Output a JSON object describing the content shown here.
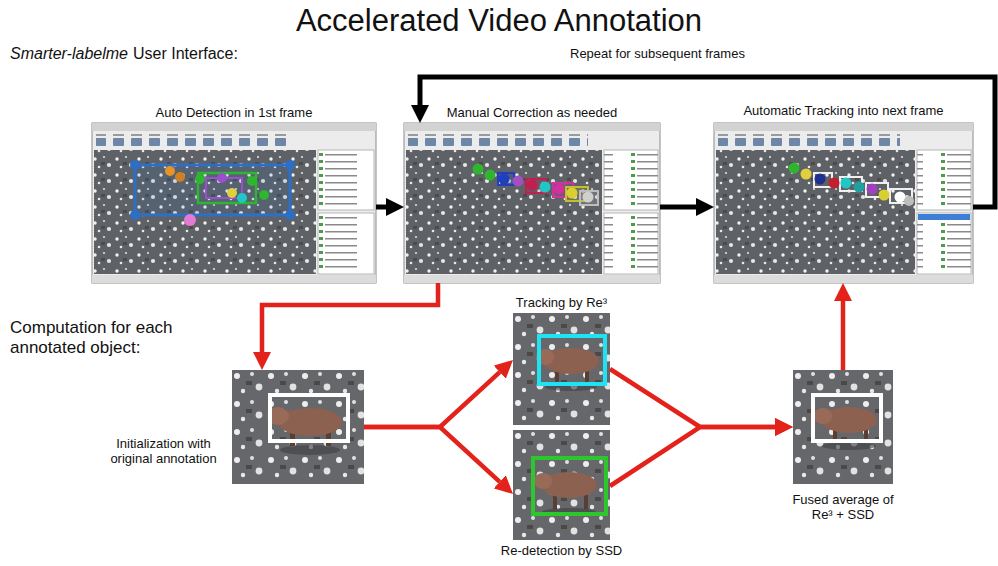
{
  "diagram": {
    "title": "Accelerated Video Annotation",
    "nodes": [
      {
        "text": [
          "Auto Detection in 1st frame"
        ]
      },
      {
        "text": [
          "Manual Correction as needed"
        ]
      },
      {
        "text": [
          "Automatic Tracking into next frame"
        ]
      },
      {
        "text": [
          "Initialization with original annotation"
        ]
      },
      {
        "text": [
          "Tracking by Re³"
        ]
      },
      {
        "text": [
          "Re-detection by SSD"
        ]
      },
      {
        "text": [
          "Fused average of Re³ + SSD"
        ]
      }
    ],
    "edges": [
      {
        "from": 0,
        "to": 1,
        "arrow": "to"
      },
      {
        "from": 1,
        "to": 2,
        "arrow": "to"
      },
      {
        "from": 2,
        "to": 1,
        "arrow": "to",
        "label": "Repeat for subsequent frames"
      },
      {
        "from": 1,
        "to": 3,
        "arrow": "to"
      },
      {
        "from": 3,
        "to": 4,
        "arrow": "to"
      },
      {
        "from": 3,
        "to": 5,
        "arrow": "to"
      },
      {
        "from": 4,
        "to": 6,
        "arrow": "to"
      },
      {
        "from": 5,
        "to": 6,
        "arrow": "to"
      },
      {
        "from": 6,
        "to": 2,
        "arrow": "to"
      }
    ],
    "labels": [
      "Smarter-labelme",
      "User Interface:",
      "Computation for each annotated object:"
    ]
  }
}
